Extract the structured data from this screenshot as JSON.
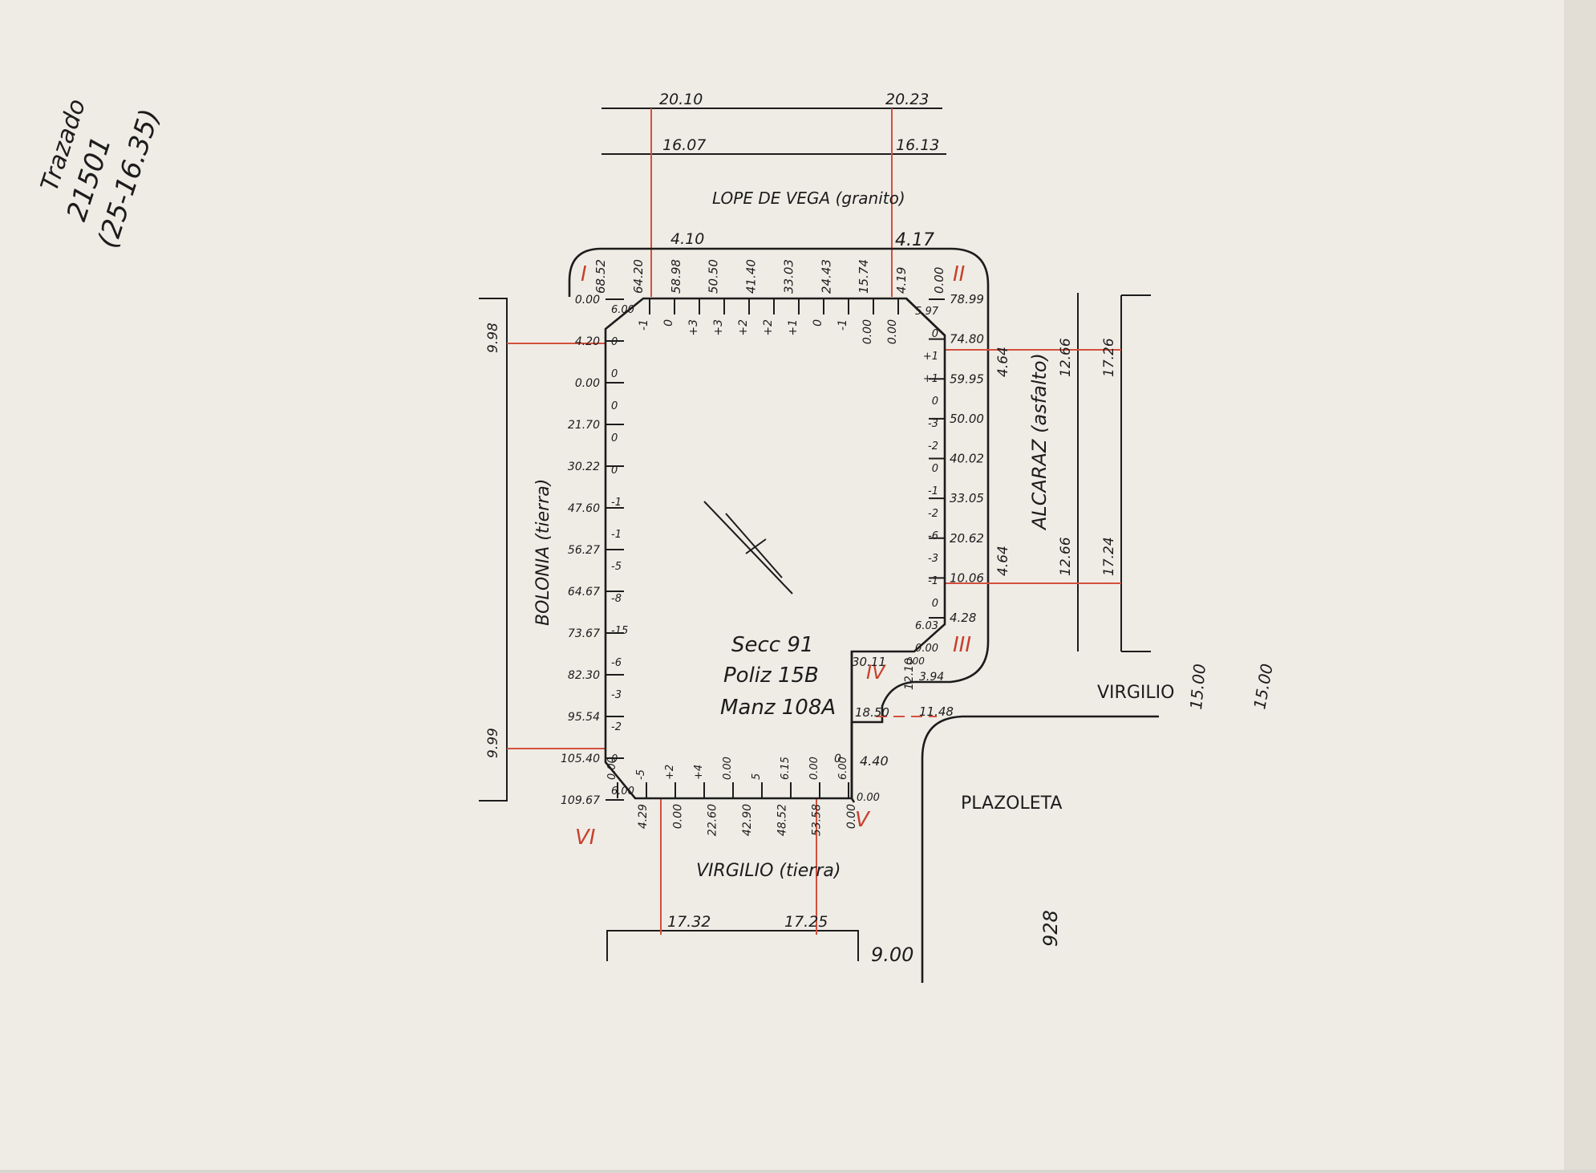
{
  "header": {
    "line1": "Trazado",
    "line2": "21501",
    "line3": "(25-16.35)"
  },
  "streets": {
    "top": "LOPE DE VEGA (granito)",
    "left": "BOLONIA (tierra)",
    "right": "ALCARAZ (asfalto)",
    "bottom": "VIRGILIO (tierra)",
    "bottom_right": "VIRGILIO",
    "plaza": "PLAZOLETA"
  },
  "block": {
    "line1": "Secc 91",
    "line2": "Poliz 15B",
    "line3": "Manz 108A"
  },
  "corners": [
    "I",
    "II",
    "III",
    "IV",
    "V",
    "VI"
  ],
  "top_widths": {
    "a_outer": "20.10",
    "b_outer": "20.23",
    "a_inner": "16.07",
    "b_inner": "16.13",
    "a_curb": "4.10",
    "b_curb": "4.17"
  },
  "right_widths": {
    "a1": "4.64",
    "a2": "12.66",
    "a3": "17.26",
    "b1": "4.64",
    "b2": "12.66",
    "b3": "17.24"
  },
  "left_widths": {
    "a": "9.98",
    "b": "9.99"
  },
  "bottom_widths": {
    "a": "17.32",
    "b": "17.25"
  },
  "marks": {
    "m90": "9.00",
    "m150a": "15.00",
    "m150b": "15.00",
    "m928": "928"
  },
  "top_side": [
    {
      "d": "68.52"
    },
    {
      "d": "64.20"
    },
    {
      "d": "58.98"
    },
    {
      "d": "50.50"
    },
    {
      "d": "41.40"
    },
    {
      "d": "33.03"
    },
    {
      "d": "24.43"
    },
    {
      "d": "15.74"
    },
    {
      "d": "4.19"
    },
    {
      "d": "0.00"
    }
  ],
  "top_offsets": [
    "-1",
    "0",
    "+3",
    "+3",
    "+2",
    "+2",
    "+1",
    "0",
    "-1",
    "0.00",
    "0.00"
  ],
  "left_side": [
    {
      "d": "0.00"
    },
    {
      "d": "4.20"
    },
    {
      "d": "0.00"
    },
    {
      "d": "21.70"
    },
    {
      "d": "30.22"
    },
    {
      "d": "47.60"
    },
    {
      "d": "56.27"
    },
    {
      "d": "64.67"
    },
    {
      "d": "73.67"
    },
    {
      "d": "82.30"
    },
    {
      "d": "95.54"
    },
    {
      "d": "105.40"
    },
    {
      "d": "109.67"
    }
  ],
  "left_offsets": [
    "6.00",
    "0",
    "0",
    "0",
    "0",
    "0",
    "-1",
    "-1",
    "-5",
    "-8",
    "-15",
    "-6",
    "-3",
    "-2",
    "0",
    "6.00"
  ],
  "right_side": [
    {
      "d": "78.99"
    },
    {
      "d": "74.80"
    },
    {
      "d": "59.95"
    },
    {
      "d": "50.00"
    },
    {
      "d": "40.02"
    },
    {
      "d": "33.05"
    },
    {
      "d": "20.62"
    },
    {
      "d": "10.06"
    },
    {
      "d": "4.28"
    }
  ],
  "right_offsets": [
    "5.97",
    "0",
    "+1",
    "+1",
    "0",
    "-3",
    "-2",
    "0",
    "-1",
    "-2",
    "-6",
    "-3",
    "-1",
    "0",
    "6.03",
    "0.00"
  ],
  "notch": {
    "a": "30.11",
    "b": "12.10",
    "c": "3.94",
    "d": "11.48",
    "e": "18.50",
    "f": "4.40",
    "g": "0",
    "h": "000",
    "i": "0.00"
  },
  "bottom_side": [
    {
      "d": "4.29"
    },
    {
      "d": "0.00"
    },
    {
      "d": "22.60"
    },
    {
      "d": "42.90"
    },
    {
      "d": "48.52"
    },
    {
      "d": "53.58"
    },
    {
      "d": "0.00"
    }
  ],
  "bottom_offsets": [
    "0.00",
    "-5",
    "+2",
    "+4",
    "0.00",
    "5",
    "6.15",
    "0.00",
    "6.00"
  ]
}
